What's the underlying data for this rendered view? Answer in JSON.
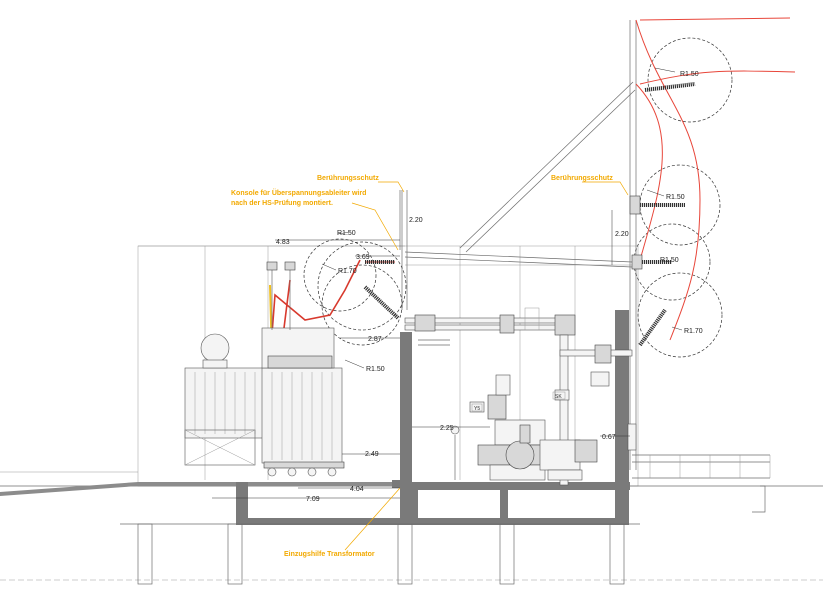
{
  "annotations": {
    "beruehrungsschutz_left": "Berührungsschutz",
    "beruehrungsschutz_right": "Berührungsschutz",
    "konsole_line1": "Konsole für Überspannungsableiter wird",
    "konsole_line2": "nach der HS-Prüfung montiert.",
    "einzugshilfe": "Einzugshilfe Transformator"
  },
  "dimensions": {
    "d_2_20_left": "2.20",
    "d_2_20_right": "2.20",
    "d_4_83": "4.83",
    "d_3_69": "3.69",
    "d_2_87": "2.87",
    "d_2_49": "2.49",
    "d_4_04": "4.04",
    "d_7_09": "7.09",
    "d_2_25": "2.25",
    "d_0_67": "0.67"
  },
  "radii": {
    "r_1_50_top": "R1.50",
    "r_1_50_mid": "R1.50",
    "r_1_50_right_low": "R1.50",
    "r_1_70_right": "R1.70",
    "r_1_50_left": "R1.50",
    "r_1_70_left": "R1.70",
    "r_1_50_transformer": "R1.50"
  },
  "equipment_tags": {
    "tag_sk": "SK",
    "tag_y5": "Y5"
  },
  "colors": {
    "annotation": "#f2a900",
    "conductor": "#e8463a",
    "wall": "#7a7a7a"
  }
}
